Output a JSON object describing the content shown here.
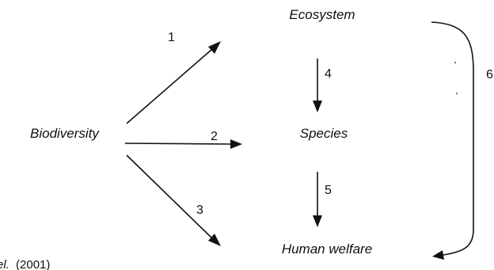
{
  "nodes": {
    "ecosystem": "Ecosystem",
    "biodiversity": "Biodiversity",
    "species": "Species",
    "human_welfare": "Human welfare"
  },
  "links": {
    "l1": "1",
    "l2": "2",
    "l3": "3",
    "l4": "4",
    "l5": "5",
    "l6": "6"
  },
  "caption": {
    "author_fragment": "el.",
    "year": "(2001)"
  },
  "colors": {
    "ink": "#111111",
    "background": "#ffffff"
  }
}
